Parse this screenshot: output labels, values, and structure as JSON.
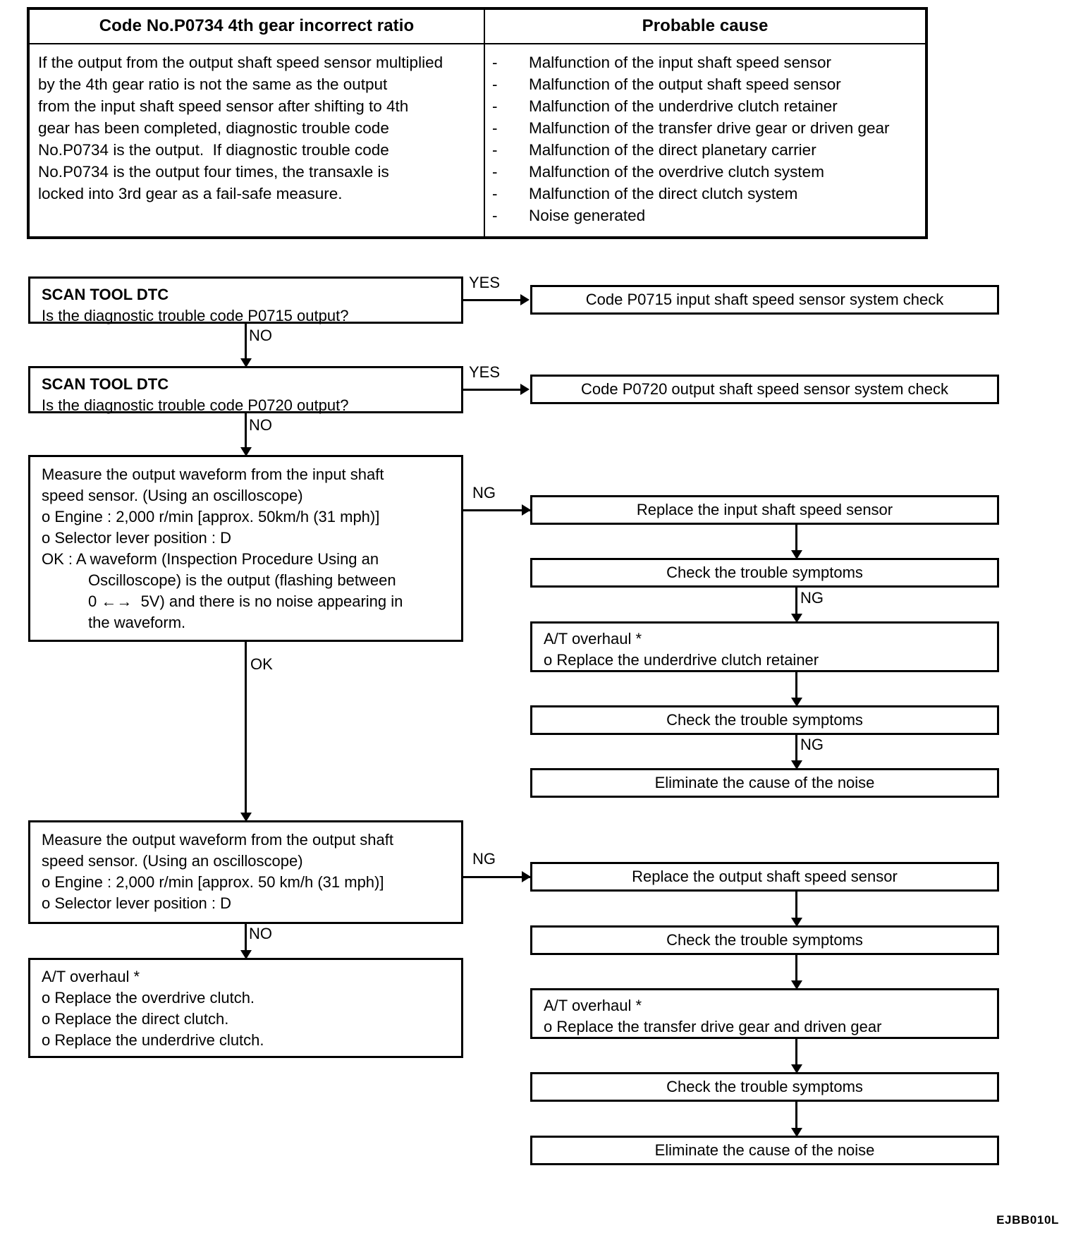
{
  "table": {
    "headers": {
      "code": "Code No.P0734 4th gear incorrect ratio",
      "cause": "Probable cause"
    },
    "description": "If the output from the output shaft speed sensor multiplied\nby the 4th gear ratio is not the same as the output\nfrom the input shaft speed sensor after shifting to 4th\ngear has been completed, diagnostic trouble code\nNo.P0734 is the output.  If diagnostic trouble code\nNo.P0734 is the output four times, the transaxle is\nlocked into 3rd gear as a fail-safe measure.",
    "bullet": "-",
    "causes": [
      "Malfunction of the input shaft speed sensor",
      "Malfunction of the output shaft speed sensor",
      "Malfunction of the underdrive clutch retainer",
      "Malfunction of the transfer drive gear or driven gear",
      "Malfunction of the direct planetary carrier",
      "Malfunction of the overdrive clutch system",
      "Malfunction of the direct clutch system",
      "Noise generated"
    ]
  },
  "flow": {
    "nodes": {
      "scan1_title": "SCAN TOOL DTC",
      "scan1_body": "Is the diagnostic trouble code P0715 output?",
      "scan1_yes_target": "Code P0715 input shaft speed sensor system check",
      "scan2_title": "SCAN TOOL DTC",
      "scan2_body": "Is the diagnostic trouble code P0720 output?",
      "scan2_yes_target": "Code P0720 output shaft speed sensor system check",
      "measure_input_l1": "Measure the output waveform from the input shaft",
      "measure_input_l2": "speed sensor. (Using an oscilloscope)",
      "measure_input_l3": "o Engine : 2,000 r/min [approx. 50km/h (31 mph)]",
      "measure_input_l4": "o Selector lever position : D",
      "measure_input_l5": "OK : A waveform (Inspection Procedure Using an",
      "measure_input_l6": "Oscilloscope) is the output (flashing between",
      "measure_input_l7": "0 ←→  5V) and there is no noise appearing in",
      "measure_input_l8": "the waveform.",
      "replace_input_sensor": "Replace the input shaft speed sensor",
      "check_symptoms_1": "Check the trouble symptoms",
      "at_overhaul_1_l1": "A/T overhaul *",
      "at_overhaul_1_l2": "o Replace the underdrive clutch retainer",
      "check_symptoms_2": "Check the trouble symptoms",
      "eliminate_noise_1": "Eliminate the cause of the noise",
      "measure_output_l1": "Measure the output waveform from the output shaft",
      "measure_output_l2": "speed sensor. (Using an oscilloscope)",
      "measure_output_l3": "o Engine : 2,000 r/min [approx. 50 km/h (31 mph)]",
      "measure_output_l4": "o Selector lever position : D",
      "replace_output_sensor": "Replace the output shaft speed sensor",
      "check_symptoms_3": "Check the trouble symptoms",
      "at_overhaul_2_l1": "A/T overhaul *",
      "at_overhaul_2_l2": "o Replace the transfer drive gear and driven gear",
      "check_symptoms_4": "Check the trouble symptoms",
      "eliminate_noise_2": "Eliminate the cause of the noise",
      "at_overhaul_3_l1": "A/T overhaul *",
      "at_overhaul_3_l2": "o Replace the overdrive clutch.",
      "at_overhaul_3_l3": "o Replace the direct clutch.",
      "at_overhaul_3_l4": "o Replace the underdrive clutch."
    },
    "labels": {
      "yes1": "YES",
      "no1": "NO",
      "yes2": "YES",
      "no2": "NO",
      "ng1": "NG",
      "ng2": "NG",
      "ng3": "NG",
      "ok1": "OK",
      "ng4": "NG",
      "no3": "NO"
    }
  },
  "figure_code": "EJBB010L"
}
